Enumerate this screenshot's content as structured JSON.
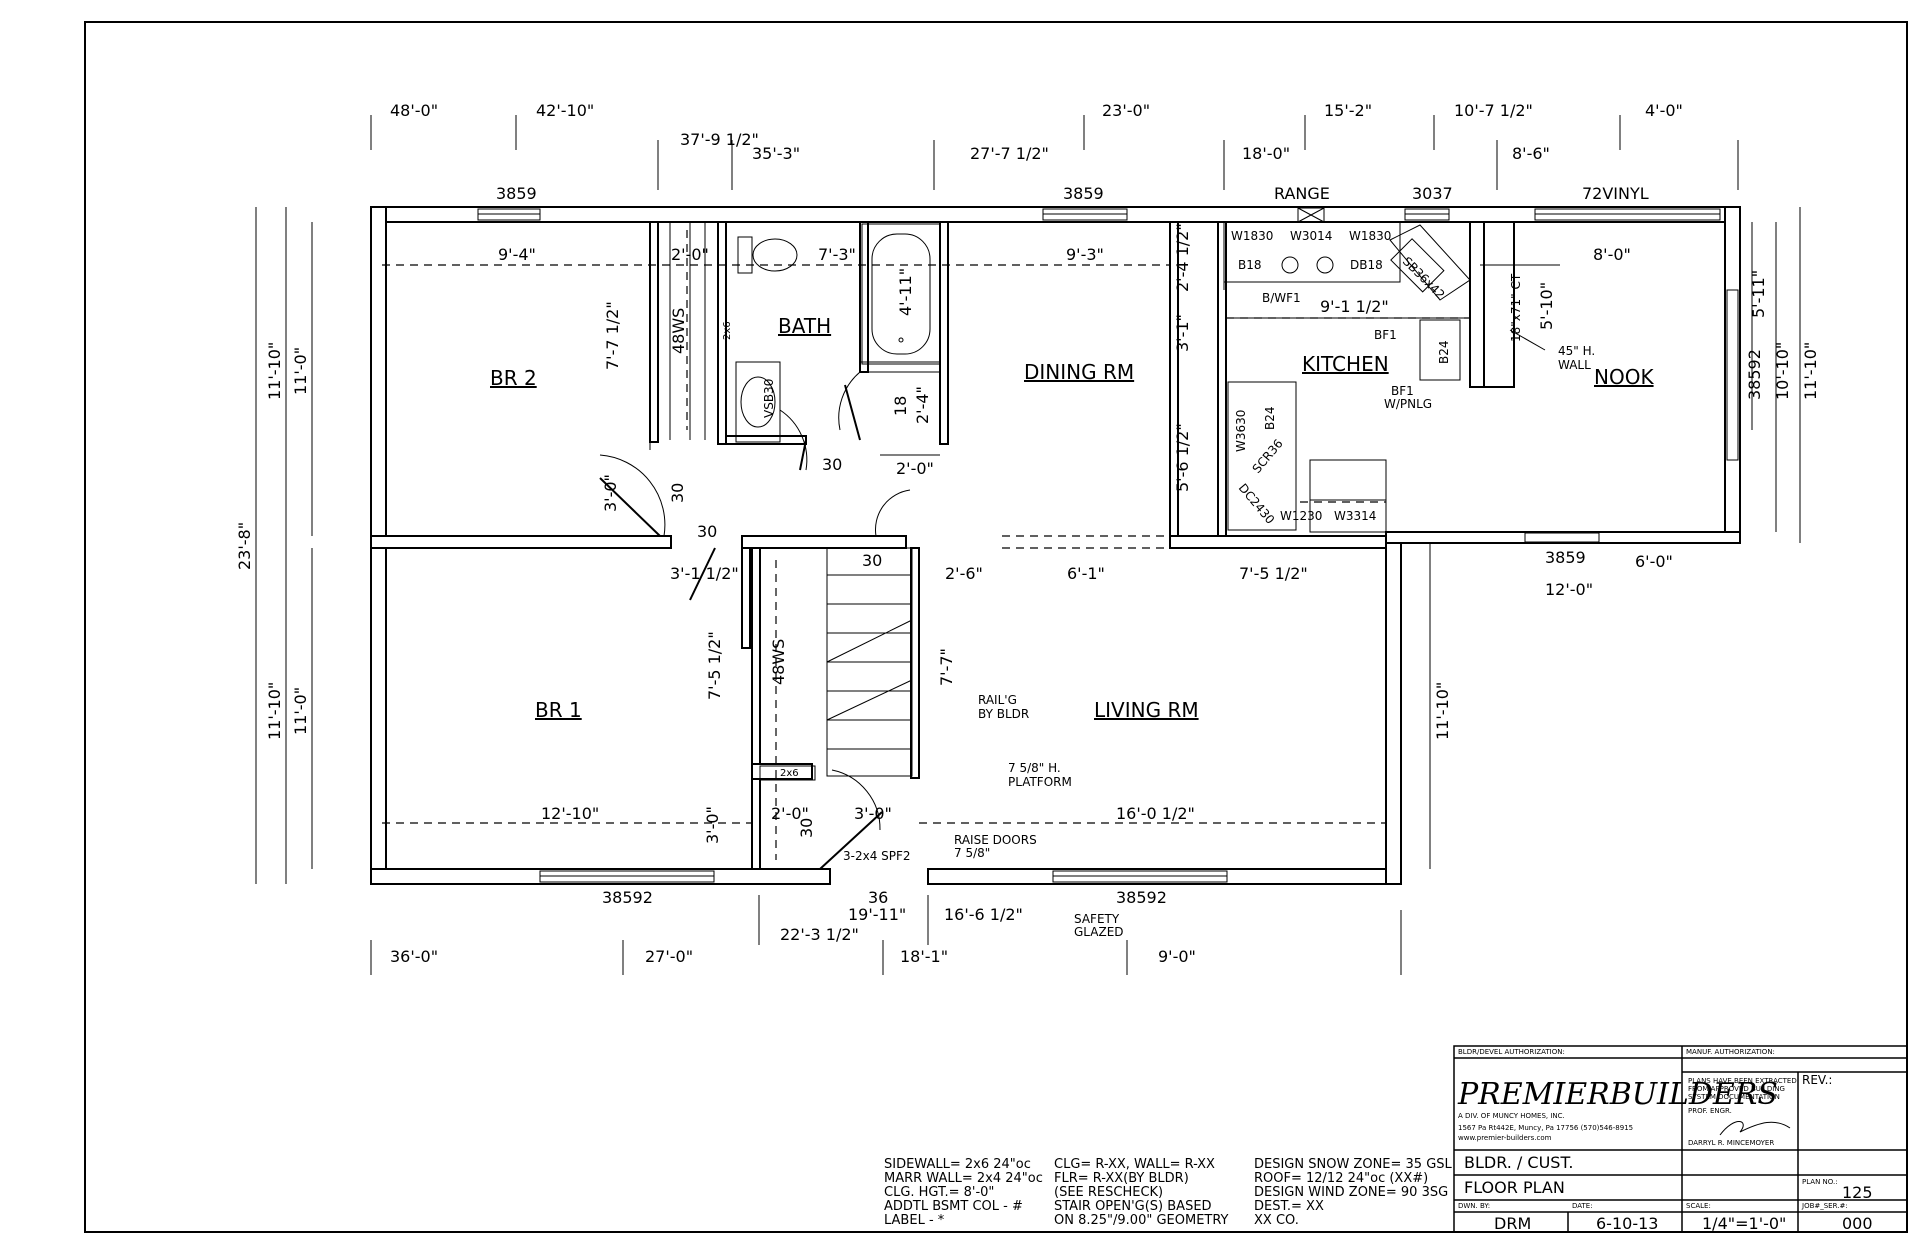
{
  "top_dims_row1": [
    "48'-0\"",
    "42'-10\"",
    "23'-0\"",
    "15'-2\"",
    "10'-7 1/2\"",
    "4'-0\""
  ],
  "top_dims_row2": [
    "37'-9 1/2\"",
    "35'-3\"",
    "27'-7 1/2\"",
    "18'-0\"",
    "8'-6\""
  ],
  "windows_top": [
    "3859",
    "3859",
    "RANGE",
    "3037",
    "72VINYL"
  ],
  "rooms": {
    "br2": "BR 2",
    "bath": "BATH",
    "dining": "DINING RM",
    "kitchen": "KITCHEN",
    "nook": "NOOK",
    "br1": "BR 1",
    "living": "LIVING RM"
  },
  "inner_dims": {
    "br2_w": "9'-4\"",
    "closet_w": "2'-0\"",
    "bath_w": "7'-3\"",
    "dining_w": "9'-3\"",
    "nook_w": "8'-0\"",
    "kitchen_w": "9'-1 1/2\"",
    "br2_h": "7'-7 1/2\"",
    "tub_l": "4'-11\"",
    "bath_2_4": "2'-4\"",
    "bath_18": "18",
    "hall_2_0": "2'-0\"",
    "d30_a": "30",
    "d30_b": "30",
    "d30_c": "30",
    "d30_d": "30",
    "d30_e": "30",
    "d3_0_left": "3'-0\"",
    "d3_1_half": "3'-1 1/2\"",
    "d2_6": "2'-6\"",
    "d6_1": "6'-1\"",
    "d7_5": "7'-5 1/2\"",
    "br1_h": "7'-5 1/2\"",
    "stair_7_7": "7'-7\"",
    "br1_w": "12'-10\"",
    "d2_0b": "2'-0\"",
    "d3_0b": "3'-0\"",
    "living_w": "16'-0 1/2\"",
    "d3_0c": "3'-0\"",
    "kit_2_4": "2'-4 1/2\"",
    "kit_3_1": "3'-1\"",
    "kit_5_6": "5'-6 1/2\"",
    "nook_5_10": "5'-10\"",
    "ct": "18\"x71\" CT",
    "right_5_11": "5'-11\"",
    "right_10_10": "10'-10\"",
    "right_11_10": "11'-10\"",
    "left_23_8": "23'-8\"",
    "left_11_10a": "11'-10\"",
    "left_11_0a": "11'-0\"",
    "left_11_10b": "11'-10\"",
    "left_11_0b": "11'-0\"",
    "living_11_10": "11'-10\"",
    "nook_win": "38592",
    "d6_0": "6'-0\"",
    "d12_0": "12'-0\"",
    "win_3859_b": "3859",
    "d36": "36",
    "d48ws_a": "48WS",
    "d48ws_b": "48WS",
    "d2x6_a": "2x6",
    "d2x6_b": "2x6",
    "vsb30": "VSB30"
  },
  "kitchen_labels": {
    "w1830a": "W1830",
    "w3014": "W3014",
    "w1830b": "W1830",
    "b18": "B18",
    "db18": "DB18",
    "sb": "SB36x42",
    "bwf1": "B/WF1",
    "bf1a": "BF1",
    "b24a": "B24",
    "wall45": "45\" H.",
    "wall": "WALL",
    "bf1b": "BF1",
    "wpnlg": "W/PNLG",
    "w3630": "W3630",
    "b24b": "B24",
    "scr36": "SCR36",
    "dc2430": "DC2430",
    "w1230": "W1230",
    "w3314": "W3314"
  },
  "notes": {
    "railg": "RAIL'G",
    "bybldr": "BY BLDR",
    "platform1": "7 5/8\" H.",
    "platform2": "PLATFORM",
    "raise1": "RAISE DOORS",
    "raise2": "7 5/8\"",
    "spf": "3-2x4 SPF2",
    "safety1": "SAFETY",
    "safety2": "GLAZED"
  },
  "bottom_windows": [
    "38592",
    "38592"
  ],
  "bottom_dims_row1": [
    "19'-11\"",
    "16'-6 1/2\"",
    "22'-3 1/2\""
  ],
  "bottom_dims_row2": [
    "36'-0\"",
    "27'-0\"",
    "18'-1\"",
    "9'-0\""
  ],
  "specs": {
    "c1": [
      "SIDEWALL=  2x6 24\"oc",
      "MARR WALL= 2x4 24\"oc",
      "CLG. HGT.=  8'-0\"",
      "ADDTL BSMT COL - #",
      "LABEL - *"
    ],
    "c2": [
      "CLG= R-XX, WALL= R-XX",
      "  FLR= R-XX(BY BLDR)",
      "  (SEE RESCHECK)",
      "STAIR OPEN'G(S) BASED",
      "  ON 8.25\"/9.00\" GEOMETRY"
    ],
    "c3": [
      "DESIGN SNOW ZONE= 35 GSL",
      "ROOF= 12/12 24\"oc (XX#)",
      "DESIGN WIND ZONE= 90 3SG",
      "DEST.= XX",
      "  XX CO."
    ]
  },
  "titleblock": {
    "bldr_auth": "BLDR/DEVEL AUTHORIZATION:",
    "manuf_auth": "MANUF. AUTHORIZATION:",
    "company": "PREMIERBUILDERS",
    "division": "A DIV. OF MUNCY HOMES, INC.",
    "address": "1567 Pa Rt442E, Muncy, Pa 17756  (570)546-8915",
    "web": "www.premier-builders.com",
    "extract1": "PLANS HAVE BEEN EXTRACTED",
    "extract2": "FROM APPROVED BUILDING",
    "extract3": "SYSTEM DOCUMENTATION",
    "prof_engr": "PROF. ENGR.",
    "engineer": "DARRYL R. MINCEMOYER",
    "rev": "REV.:",
    "bldr_cust": "BLDR. / CUST.",
    "floor_plan": "FLOOR PLAN",
    "plan_no_lbl": "PLAN NO.:",
    "plan_no": "125",
    "dwn_lbl": "DWN. BY:",
    "dwn": "DRM",
    "date_lbl": "DATE:",
    "date": "6-10-13",
    "scale_lbl": "SCALE:",
    "scale": "1/4\"=1'-0\"",
    "job_lbl": "JOB#_SER.#:",
    "job": "000"
  }
}
